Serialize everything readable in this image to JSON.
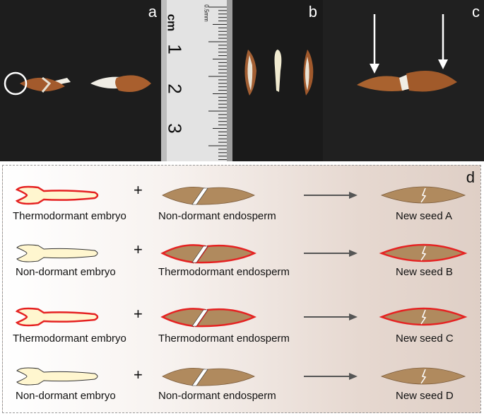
{
  "panels": {
    "a": {
      "letter": "a"
    },
    "b": {
      "letter": "b"
    },
    "c": {
      "letter": "c"
    },
    "d": {
      "letter": "d"
    }
  },
  "ruler": {
    "unit": "cm",
    "fine_unit": "0.5mm",
    "numbers": [
      "1",
      "2",
      "3"
    ]
  },
  "rows": [
    {
      "embryo": "Thermodormant embryo",
      "endosperm": "Non-dormant endosperm",
      "result": "New seed A"
    },
    {
      "embryo": "Non-dormant embryo",
      "endosperm": "Thermodormant endosperm",
      "result": "New seed B"
    },
    {
      "embryo": "Thermodormant embryo",
      "endosperm": "Thermodormant endosperm",
      "result": "New seed C"
    },
    {
      "embryo": "Non-dormant embryo",
      "endosperm": "Non-dormant endosperm",
      "result": "New seed D"
    }
  ],
  "plus_symbol": "+",
  "colors": {
    "seed_fill": "#b08a5e",
    "embryo_fill": "#fff6cf",
    "dormant_outline": "#e52222",
    "arrow": "#555555"
  }
}
